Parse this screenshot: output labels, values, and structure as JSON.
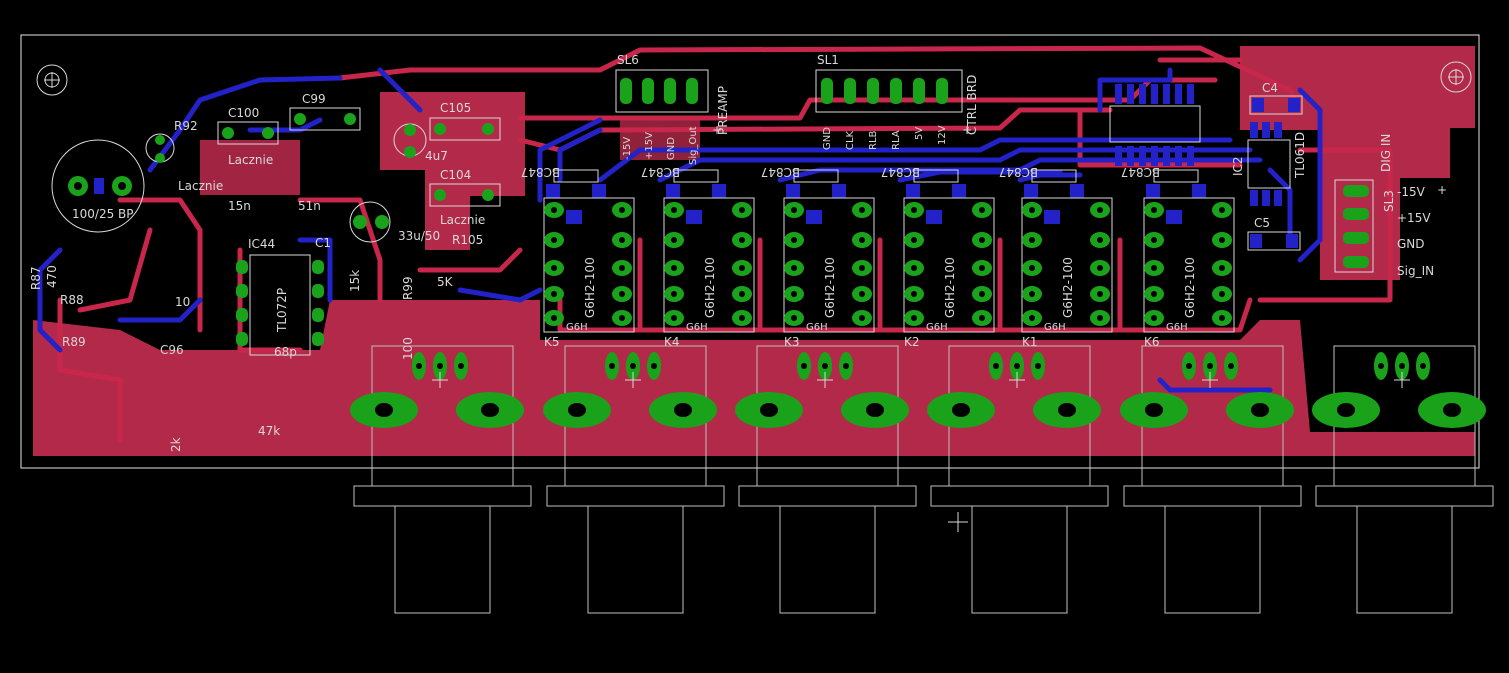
{
  "board": {
    "connectors": {
      "sl6": {
        "name": "SL6",
        "pins": [
          "-15V",
          "+15V",
          "GND",
          "Sig_Out"
        ],
        "title": "PREAMP"
      },
      "sl1": {
        "name": "SL1",
        "pins": [
          "GND",
          "CLK",
          "RLB",
          "RLA",
          "5V",
          "12V"
        ],
        "title": "CTRL BRD"
      },
      "sl3": {
        "name": "SL3",
        "pins": [
          "-15V",
          "+15V",
          "GND",
          "Sig_IN"
        ],
        "title": "DIG IN"
      }
    },
    "relays": [
      {
        "name": "K5",
        "type": "G6H",
        "part": "G6H2-100"
      },
      {
        "name": "K4",
        "type": "G6H",
        "part": "G6H2-100"
      },
      {
        "name": "K3",
        "type": "G6H",
        "part": "G6H2-100"
      },
      {
        "name": "K2",
        "type": "G6H",
        "part": "G6H2-100"
      },
      {
        "name": "K1",
        "type": "G6H",
        "part": "G6H2-100"
      },
      {
        "name": "K6",
        "type": "G6H",
        "part": "G6H2-100"
      }
    ],
    "transistor_label": "BC847",
    "components": {
      "c100": "C100",
      "c99": "C99",
      "c105": "C105",
      "c104": "C104",
      "c4": "C4",
      "c5": "C5",
      "c1": "C1",
      "c96": "C96",
      "r92": "R92",
      "r87": "R87",
      "r88": "R88",
      "r89": "R89",
      "r99": "R99",
      "r105": "R105",
      "ic2": "IC2",
      "ic44": "IC44",
      "tl072": "TL072P",
      "tl061": "TL061D",
      "lacznie": "Lacznie",
      "cap_main": "100/25 BP",
      "cap_4u7": "4u7",
      "cap_33u": "33u/50",
      "r15k": "15k",
      "r5k": "5K",
      "c15n": "15n",
      "c51n": "51n",
      "c68p": "68p",
      "r470": "470",
      "r47k": "47k",
      "r10": "10",
      "r100": "100",
      "r2k": "2k"
    },
    "plus_marks": [
      "+",
      "+",
      "+"
    ],
    "cursor_icon": "crosshair-cursor-icon"
  },
  "colors": {
    "background": "#000000",
    "copper_top": "#b3294a",
    "trace_top": "#c8264a",
    "trace_bottom": "#2222c8",
    "pad": "#1aa31a",
    "drill": "#000000",
    "silkscreen": "#d8d8d8",
    "outline": "#bfbfbf"
  }
}
